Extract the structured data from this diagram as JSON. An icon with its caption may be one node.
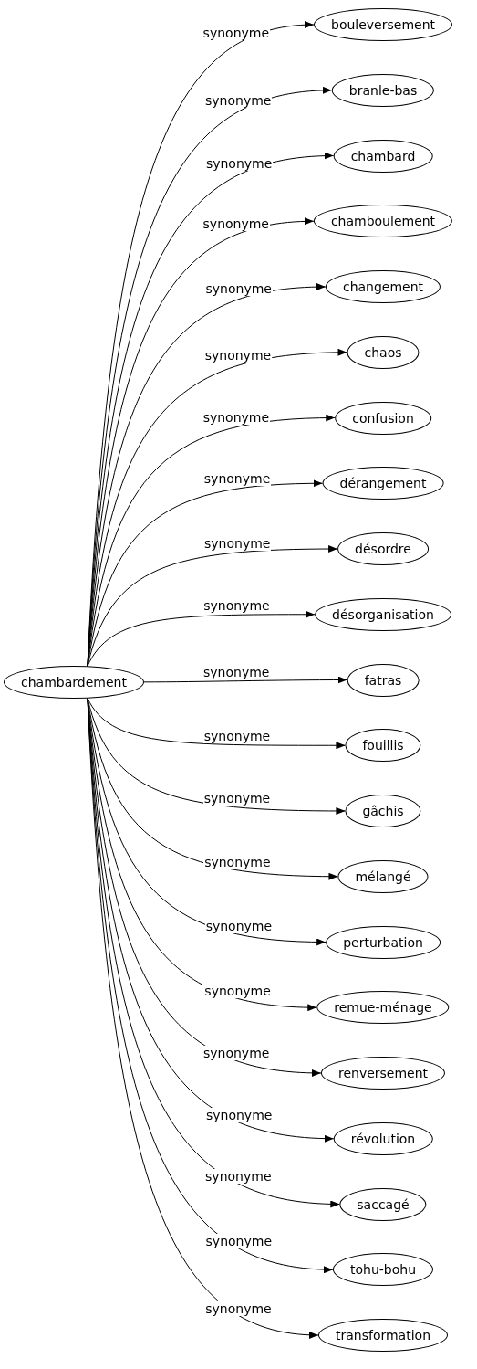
{
  "diagram": {
    "nodes": [
      {
        "text": [
          "chambardement"
        ]
      },
      {
        "text": [
          "bouleversement"
        ]
      },
      {
        "text": [
          "branle-bas"
        ]
      },
      {
        "text": [
          "chambard"
        ]
      },
      {
        "text": [
          "chamboulement"
        ]
      },
      {
        "text": [
          "changement"
        ]
      },
      {
        "text": [
          "chaos"
        ]
      },
      {
        "text": [
          "confusion"
        ]
      },
      {
        "text": [
          "dérangement"
        ]
      },
      {
        "text": [
          "désordre"
        ]
      },
      {
        "text": [
          "désorganisation"
        ]
      },
      {
        "text": [
          "fatras"
        ]
      },
      {
        "text": [
          "fouillis"
        ]
      },
      {
        "text": [
          "gâchis"
        ]
      },
      {
        "text": [
          "mélangé"
        ]
      },
      {
        "text": [
          "perturbation"
        ]
      },
      {
        "text": [
          "remue-ménage"
        ]
      },
      {
        "text": [
          "renversement"
        ]
      },
      {
        "text": [
          "révolution"
        ]
      },
      {
        "text": [
          "saccagé"
        ]
      },
      {
        "text": [
          "tohu-bohu"
        ]
      },
      {
        "text": [
          "transformation"
        ]
      }
    ],
    "edges": [
      {
        "from": 0,
        "to": 1,
        "arrow": "to",
        "label": "synonyme"
      },
      {
        "from": 0,
        "to": 2,
        "arrow": "to",
        "label": "synonyme"
      },
      {
        "from": 0,
        "to": 3,
        "arrow": "to",
        "label": "synonyme"
      },
      {
        "from": 0,
        "to": 4,
        "arrow": "to",
        "label": "synonyme"
      },
      {
        "from": 0,
        "to": 5,
        "arrow": "to",
        "label": "synonyme"
      },
      {
        "from": 0,
        "to": 6,
        "arrow": "to",
        "label": "synonyme"
      },
      {
        "from": 0,
        "to": 7,
        "arrow": "to",
        "label": "synonyme"
      },
      {
        "from": 0,
        "to": 8,
        "arrow": "to",
        "label": "synonyme"
      },
      {
        "from": 0,
        "to": 9,
        "arrow": "to",
        "label": "synonyme"
      },
      {
        "from": 0,
        "to": 10,
        "arrow": "to",
        "label": "synonyme"
      },
      {
        "from": 0,
        "to": 11,
        "arrow": "to",
        "label": "synonyme"
      },
      {
        "from": 0,
        "to": 12,
        "arrow": "to",
        "label": "synonyme"
      },
      {
        "from": 0,
        "to": 13,
        "arrow": "to",
        "label": "synonyme"
      },
      {
        "from": 0,
        "to": 14,
        "arrow": "to",
        "label": "synonyme"
      },
      {
        "from": 0,
        "to": 15,
        "arrow": "to",
        "label": "synonyme"
      },
      {
        "from": 0,
        "to": 16,
        "arrow": "to",
        "label": "synonyme"
      },
      {
        "from": 0,
        "to": 17,
        "arrow": "to",
        "label": "synonyme"
      },
      {
        "from": 0,
        "to": 18,
        "arrow": "to",
        "label": "synonyme"
      },
      {
        "from": 0,
        "to": 19,
        "arrow": "to",
        "label": "synonyme"
      },
      {
        "from": 0,
        "to": 20,
        "arrow": "to",
        "label": "synonyme"
      },
      {
        "from": 0,
        "to": 21,
        "arrow": "to",
        "label": "synonyme"
      }
    ]
  }
}
